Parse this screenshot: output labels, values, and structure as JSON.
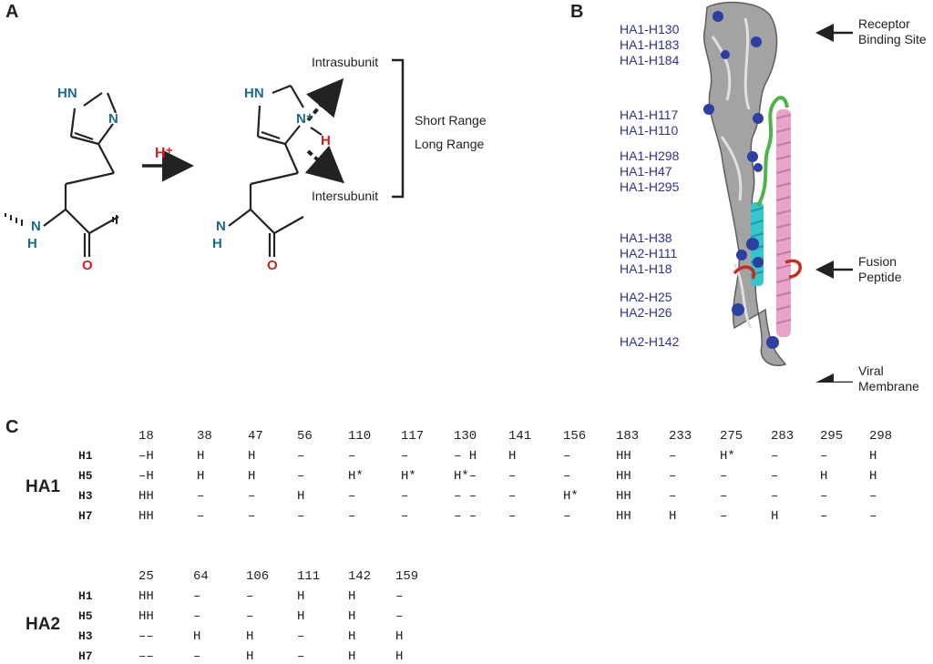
{
  "panelA": {
    "letter": "A",
    "reagent": "H⁺",
    "left_ring": {
      "nh": "HN",
      "n": "N"
    },
    "right_ring": {
      "nh": "HN",
      "nplus": "N⁺",
      "h": "H"
    },
    "backbone_nh": "N",
    "backbone_h": "H",
    "carbonyl_o": "O",
    "intrasubunit": "Intrasubunit",
    "intersubunit": "Intersubunit",
    "short_range": "Short Range",
    "long_range": "Long Range"
  },
  "panelB": {
    "letter": "B",
    "labels_top": [
      "HA1-H130",
      "HA1-H183",
      "HA1-H184"
    ],
    "labels_mid1": [
      "HA1-H117",
      "HA1-H110"
    ],
    "labels_mid2": [
      "HA1-H298",
      "HA1-H47",
      "HA1-H295"
    ],
    "labels_mid3": [
      "HA1-H38",
      "HA2-H111",
      "HA1-H18"
    ],
    "labels_low": [
      "HA2-H25",
      "HA2-H26"
    ],
    "label_bottom": "HA2-H142",
    "receptor": [
      "Receptor",
      "Binding Site"
    ],
    "fusion": [
      "Fusion",
      "Peptide"
    ],
    "membrane": [
      "Viral",
      "Membrane"
    ],
    "colors": {
      "protein": "#9a9a9a",
      "histidine": "#2d3fa0",
      "helix_cyan": "#35c6cc",
      "helix_pink": "#e9a3c9",
      "loop_green": "#4fb24a",
      "fusion_red": "#cc2a1a"
    }
  },
  "panelC": {
    "letter": "C",
    "ha1": {
      "name": "HA1",
      "positions": [
        "18",
        "38",
        "47",
        "56",
        "110",
        "117",
        "130",
        "141",
        "156",
        "183",
        "233",
        "275",
        "283",
        "295",
        "298"
      ],
      "rows": [
        {
          "label": "H1",
          "cells": [
            "–H",
            "H",
            "H",
            "–",
            "–",
            "–",
            "– H",
            "H",
            "–",
            "HH",
            "–",
            "H*",
            "–",
            "–",
            "H"
          ]
        },
        {
          "label": "H5",
          "cells": [
            "–H",
            "H",
            "H",
            "–",
            "H*",
            "H*",
            "H*–",
            "–",
            "–",
            "HH",
            "–",
            "–",
            "–",
            "H",
            "H"
          ]
        },
        {
          "label": "H3",
          "cells": [
            "HH",
            "–",
            "–",
            "H",
            "–",
            "–",
            "– –",
            "–",
            "H*",
            "HH",
            "–",
            "–",
            "–",
            "–",
            "–"
          ]
        },
        {
          "label": "H7",
          "cells": [
            "HH",
            "–",
            "–",
            "–",
            "–",
            "–",
            "– –",
            "–",
            "–",
            "HH",
            "H",
            "–",
            "H",
            "–",
            "–"
          ]
        }
      ]
    },
    "ha2": {
      "name": "HA2",
      "positions": [
        "25",
        "64",
        "106",
        "111",
        "142",
        "159"
      ],
      "rows": [
        {
          "label": "H1",
          "cells": [
            "HH",
            "–",
            "–",
            "H",
            "H",
            "–"
          ]
        },
        {
          "label": "H5",
          "cells": [
            "HH",
            "–",
            "–",
            "H",
            "H",
            "–"
          ]
        },
        {
          "label": "H3",
          "cells": [
            "––",
            "H",
            "H",
            "–",
            "H",
            "H"
          ]
        },
        {
          "label": "H7",
          "cells": [
            "––",
            "–",
            "H",
            "–",
            "H",
            "H"
          ]
        }
      ]
    }
  }
}
